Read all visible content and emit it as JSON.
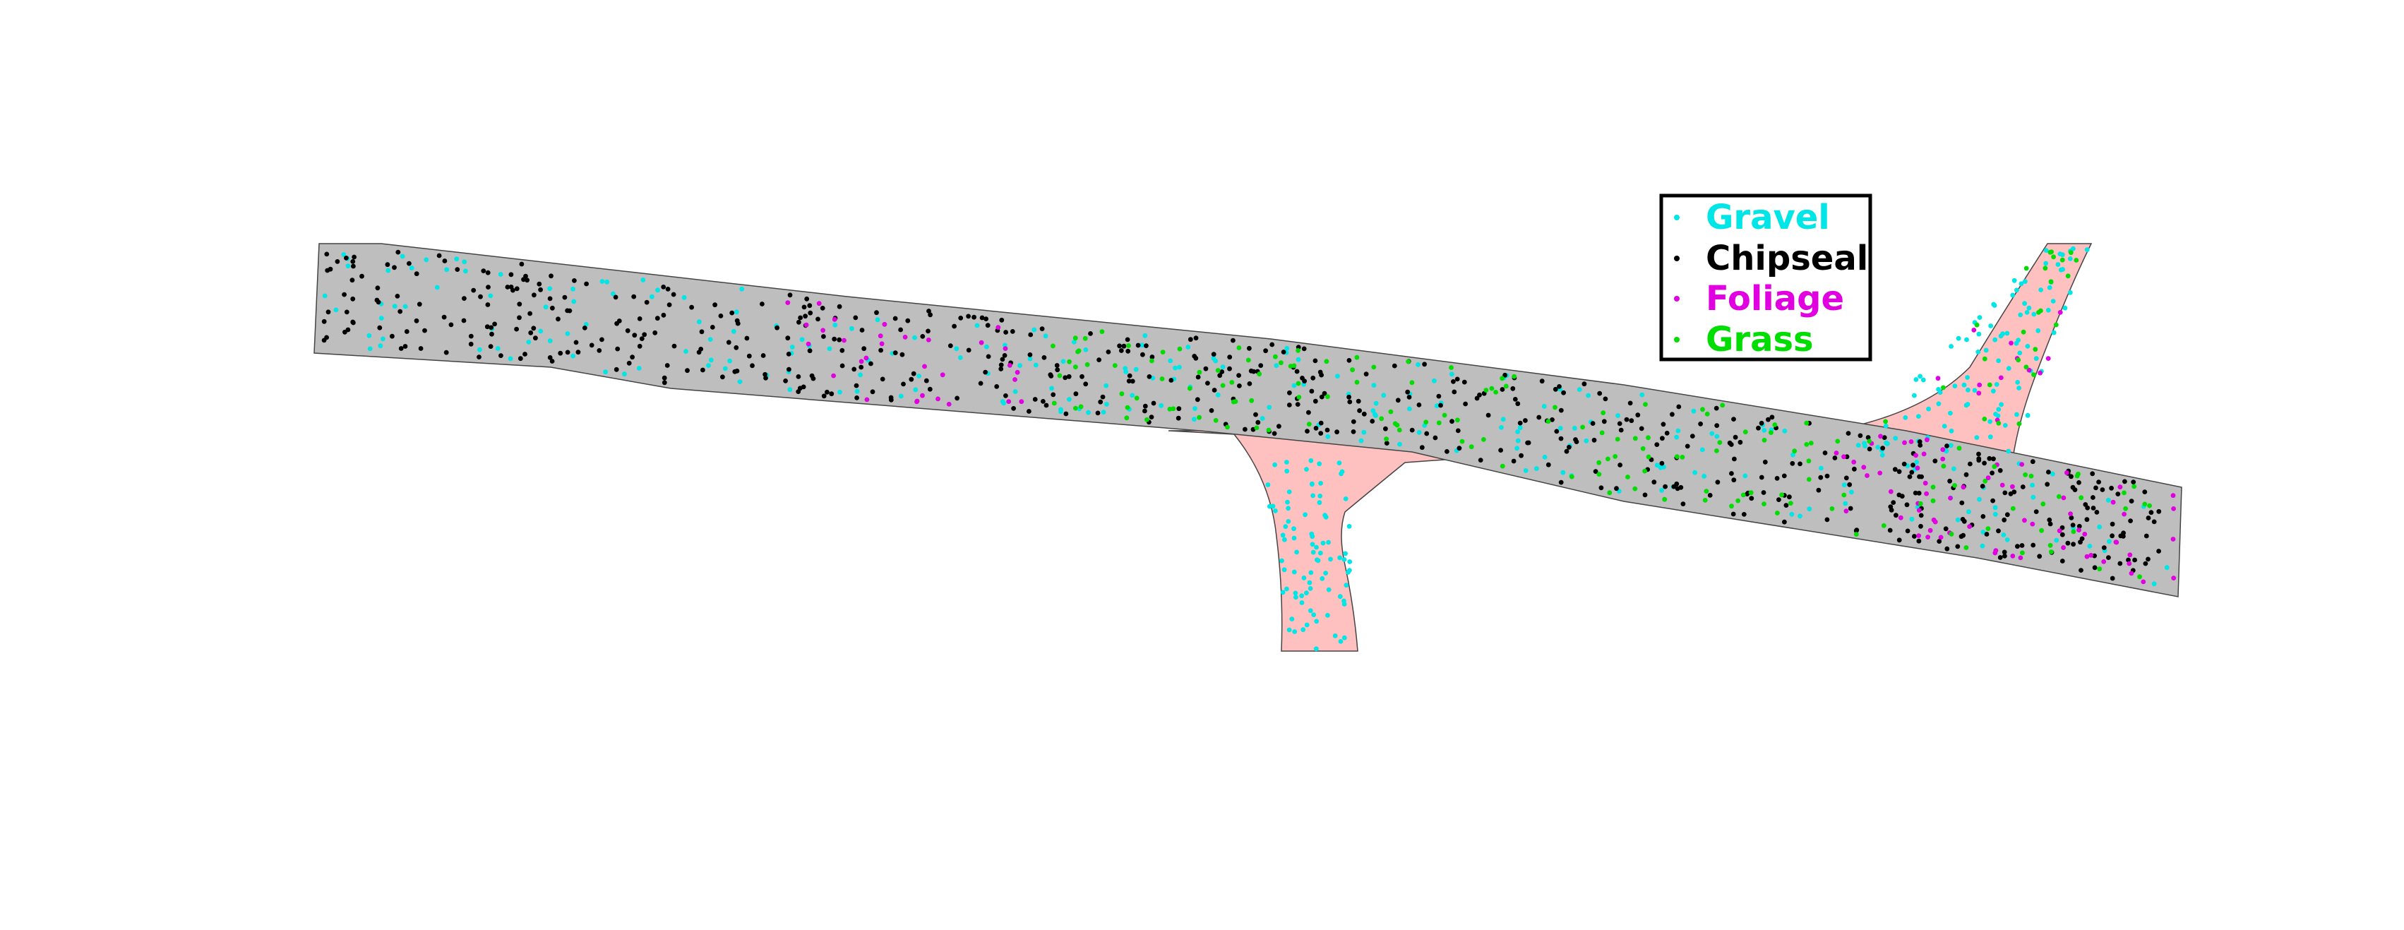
{
  "chart_data": {
    "type": "scatter",
    "title": "",
    "xlabel": "",
    "ylabel": "",
    "grid": false,
    "legend_position": "top-right",
    "regions": [
      {
        "name": "main-road",
        "fill": "#bebebe"
      },
      {
        "name": "side-road",
        "fill": "#ffc0c0"
      }
    ],
    "series": [
      {
        "name": "Gravel",
        "color": "#00e5e5",
        "count": 430,
        "found_on": [
          "main-road",
          "side-road"
        ]
      },
      {
        "name": "Chipseal",
        "color": "#000000",
        "count": 640,
        "found_on": [
          "main-road"
        ]
      },
      {
        "name": "Foliage",
        "color": "#e000e0",
        "count": 110,
        "found_on": [
          "main-road",
          "side-road"
        ]
      },
      {
        "name": "Grass",
        "color": "#00dd00",
        "count": 190,
        "found_on": [
          "main-road",
          "side-road"
        ]
      }
    ]
  }
}
